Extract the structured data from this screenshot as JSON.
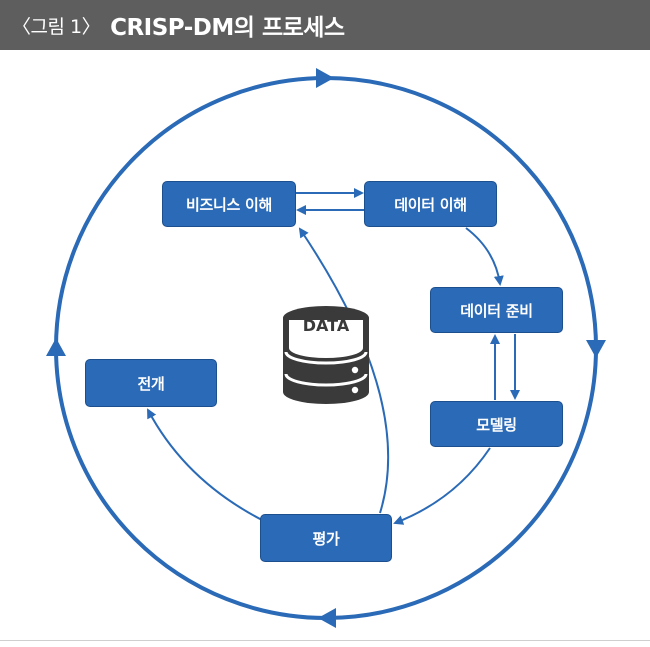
{
  "header": {
    "label": "〈그림 1〉",
    "title": "CRISP-DM의 프로세스"
  },
  "diagram": {
    "nodes": {
      "business_understanding": "비즈니스 이해",
      "data_understanding": "데이터 이해",
      "data_preparation": "데이터 준비",
      "modeling": "모델링",
      "evaluation": "평가",
      "deployment": "전개"
    },
    "center_label": "DATA"
  },
  "colors": {
    "node_fill": "#2a6ab6",
    "arrow": "#2a6ab6",
    "header_bg": "#5e5e5e",
    "database_icon": "#3a3a3a"
  }
}
